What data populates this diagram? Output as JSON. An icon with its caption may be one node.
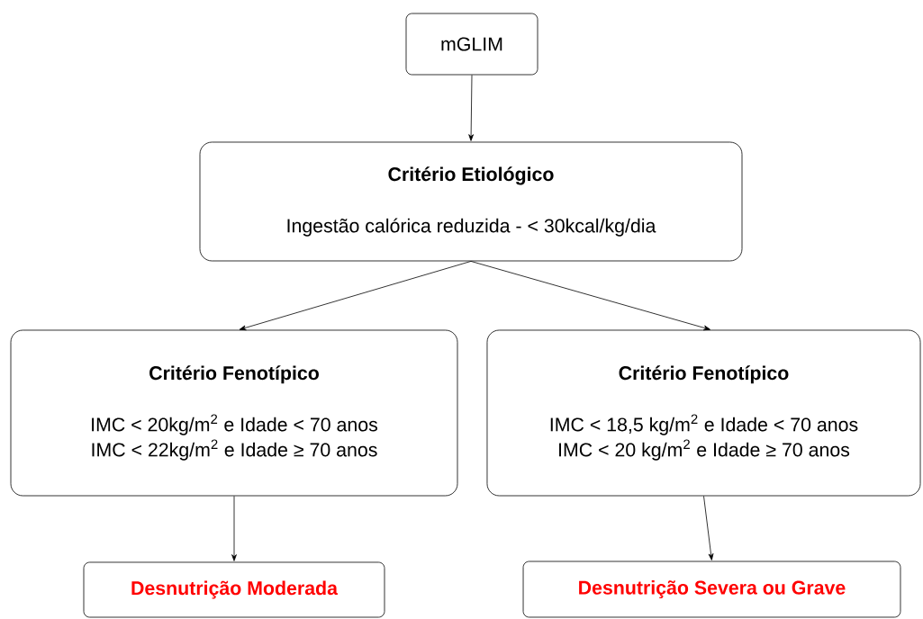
{
  "diagram": {
    "nodes": [
      {
        "text": [
          "mGLIM"
        ]
      },
      {
        "text": [
          "Critério Etiológico",
          "Ingestão calórica reduzida - < 30kcal/kg/dia"
        ]
      },
      {
        "text": [
          "Critério Fenotípico",
          "IMC < 20kg/m$^{2}$ e Idade < 70 anos",
          "IMC < 22kg/m$^{2}$ e Idade ≥ 70 anos"
        ]
      },
      {
        "text": [
          "Critério Fenotípico",
          "IMC < 18,5 kg/m$^{2}$ e Idade < 70 anos",
          "IMC < 20 kg/m$^{2}$ e Idade ≥ 70 anos"
        ]
      },
      {
        "text": [
          "Desnutrição Moderada"
        ]
      },
      {
        "text": [
          "Desnutrição Severa ou Grave"
        ]
      }
    ],
    "edges": [
      {
        "from": 0,
        "to": 1,
        "arrow": "to"
      },
      {
        "from": 1,
        "to": 2,
        "arrow": "to"
      },
      {
        "from": 1,
        "to": 3,
        "arrow": "to"
      },
      {
        "from": 2,
        "to": 4,
        "arrow": "to"
      },
      {
        "from": 3,
        "to": 5,
        "arrow": "to"
      }
    ]
  }
}
